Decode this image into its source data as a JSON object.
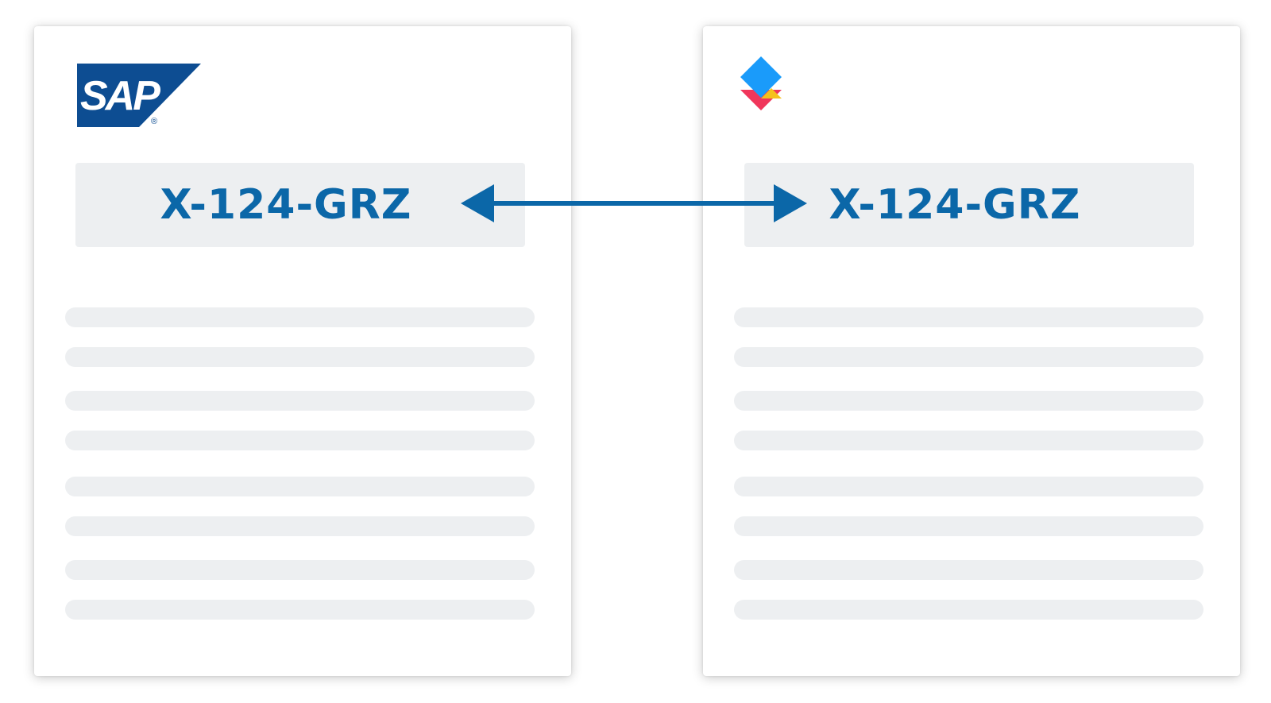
{
  "left_document": {
    "logo": {
      "icon": "sap-logo",
      "text": "SAP",
      "registered_mark": "®",
      "color": "#0d4d92"
    },
    "identifier": "X-124-GRZ"
  },
  "right_document": {
    "logo": {
      "icon": "stacked-diamonds-logo",
      "colors": [
        "#1a9bfa",
        "#f5c11d",
        "#f0365b"
      ]
    },
    "identifier": "X-124-GRZ"
  },
  "connector": {
    "type": "bidirectional-arrow",
    "color": "#0b67a8"
  },
  "placeholder_text_lines": 8,
  "colors": {
    "identifier_text": "#0b67a8",
    "placeholder": "#edeff1"
  }
}
